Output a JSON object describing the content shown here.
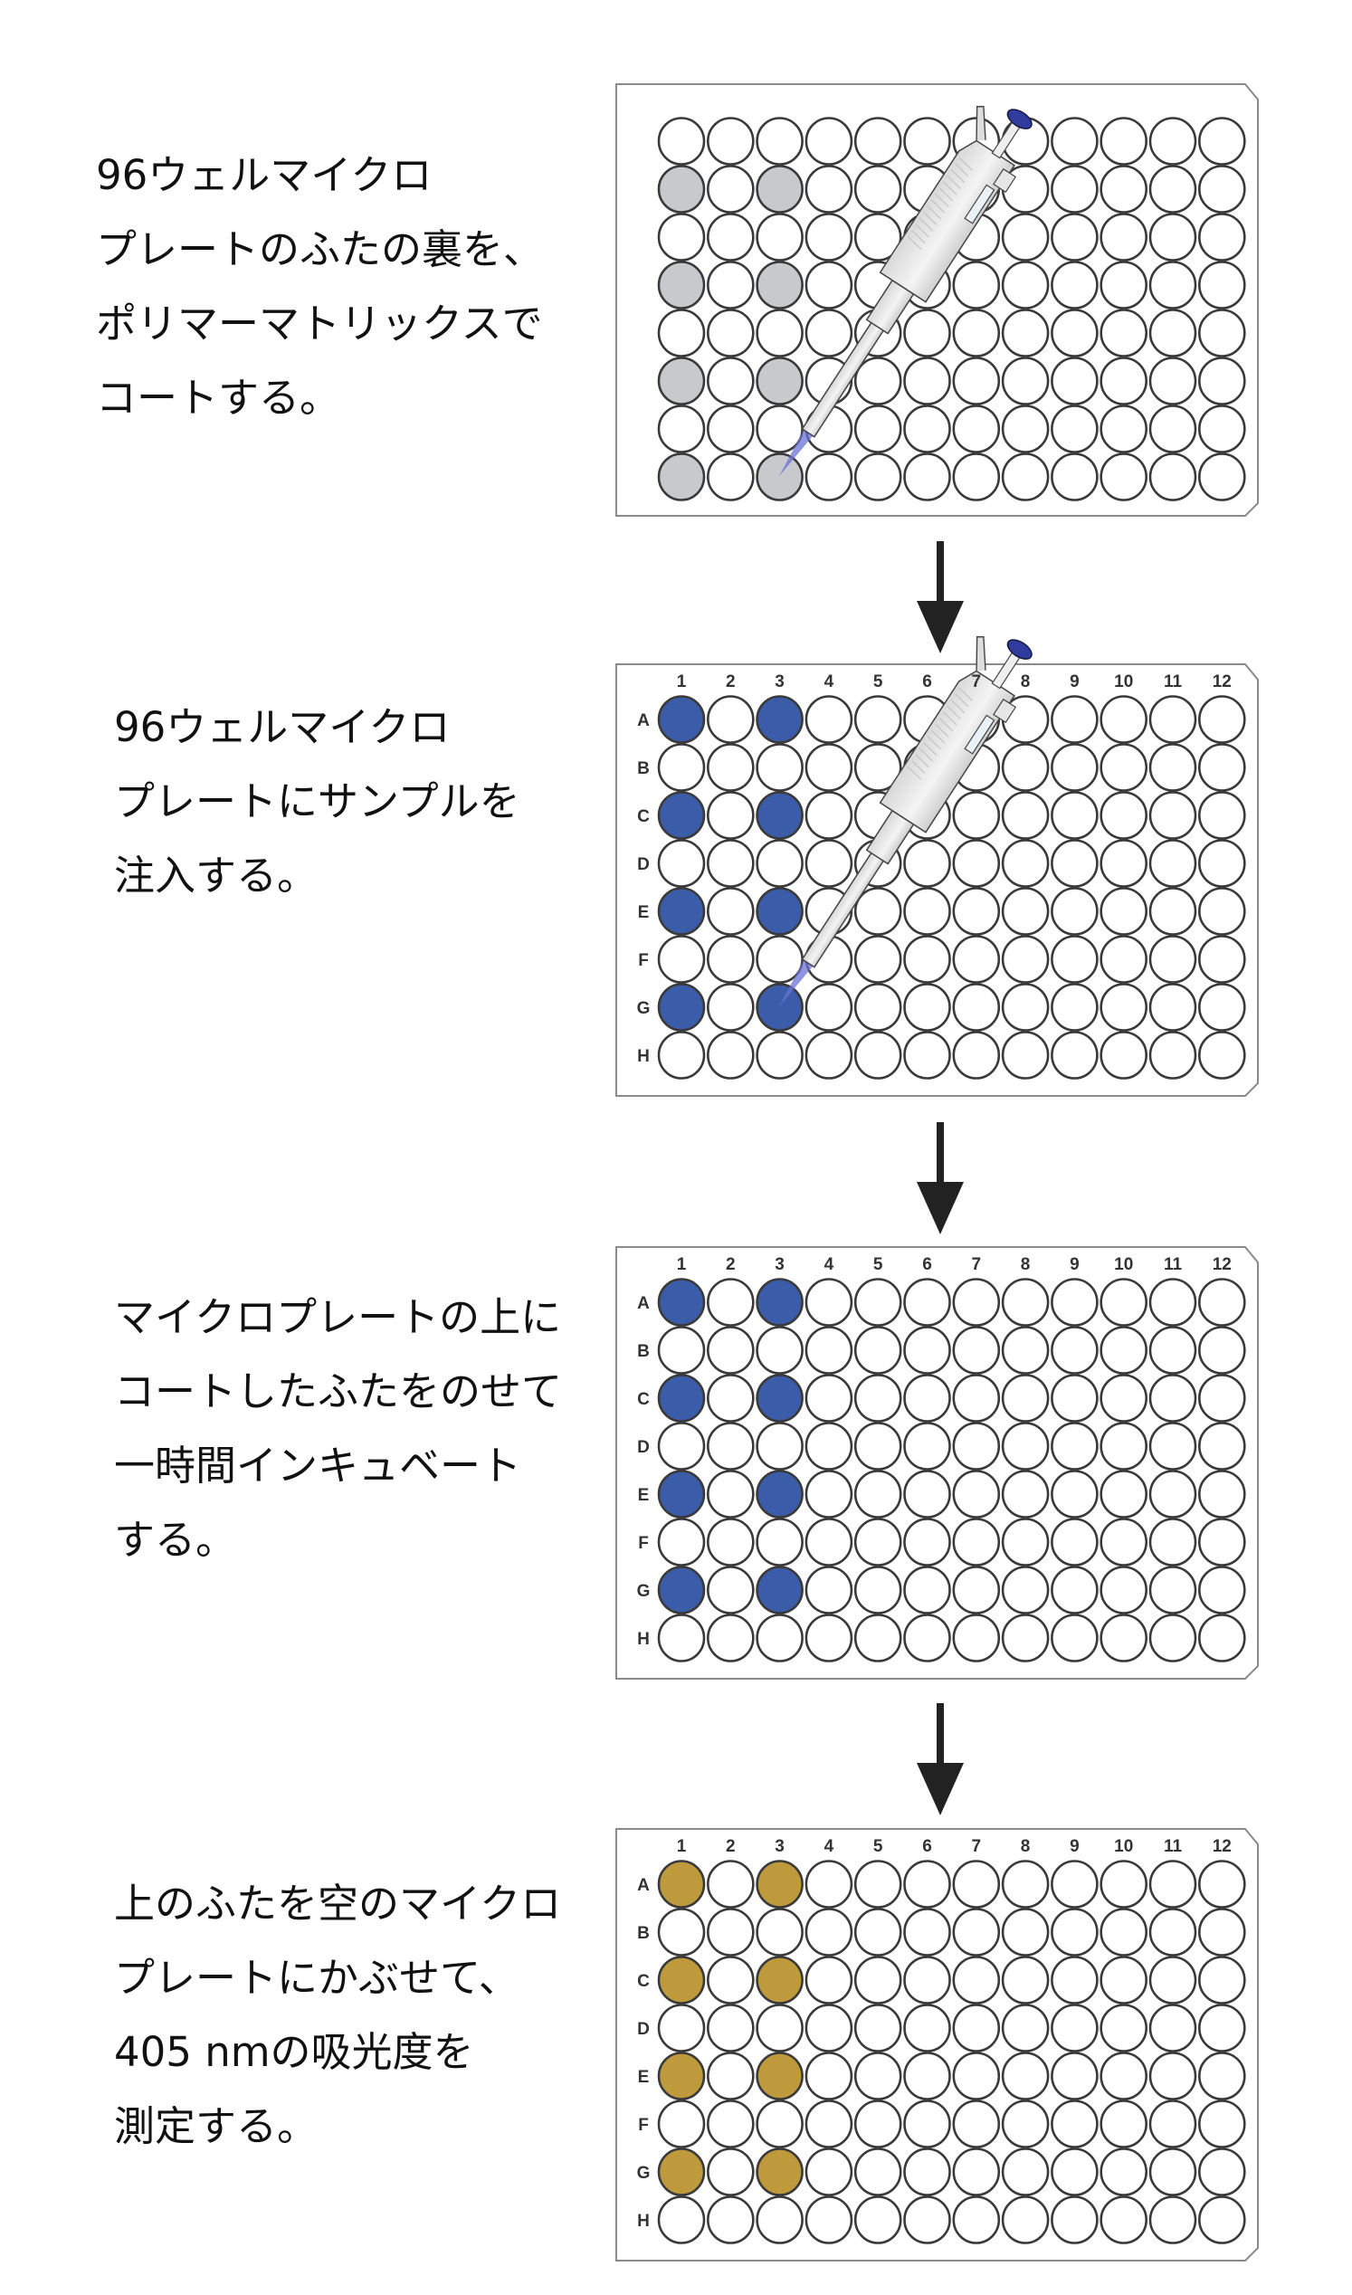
{
  "colors": {
    "coat": "#c8c9cc",
    "sample": "#3b5ca8",
    "result": "#bf9a3c",
    "well_stroke": "#3a3a3a",
    "plate_stroke": "#8a8a8a"
  },
  "column_labels": [
    "1",
    "2",
    "3",
    "4",
    "5",
    "6",
    "7",
    "8",
    "9",
    "10",
    "11",
    "12"
  ],
  "row_labels": [
    "A",
    "B",
    "C",
    "D",
    "E",
    "F",
    "G",
    "H"
  ],
  "steps": [
    {
      "lines": [
        "96ウェルマイクロ",
        "プレートのふたの裏を、",
        "ポリマーマトリックスで",
        "コートする。"
      ],
      "plate": {
        "show_labels": false,
        "fill": "coat",
        "filled_wells": [
          "B1",
          "B3",
          "D1",
          "D3",
          "F1",
          "F3",
          "H1",
          "H3"
        ],
        "pipette": true
      }
    },
    {
      "lines": [
        "96ウェルマイクロ",
        "プレートにサンプルを",
        "注入する。"
      ],
      "plate": {
        "show_labels": true,
        "fill": "sample",
        "filled_wells": [
          "A1",
          "A3",
          "C1",
          "C3",
          "E1",
          "E3",
          "G1",
          "G3"
        ],
        "pipette": true
      }
    },
    {
      "lines": [
        "マイクロプレートの上に",
        "コートしたふたをのせて",
        "一時間インキュベート",
        "する。"
      ],
      "plate": {
        "show_labels": true,
        "fill": "sample",
        "filled_wells": [
          "A1",
          "A3",
          "C1",
          "C3",
          "E1",
          "E3",
          "G1",
          "G3"
        ],
        "pipette": false
      }
    },
    {
      "lines": [
        "上のふたを空のマイクロ",
        "プレートにかぶせて、",
        "405 nmの吸光度を",
        "測定する。"
      ],
      "plate": {
        "show_labels": true,
        "fill": "result",
        "filled_wells": [
          "A1",
          "A3",
          "C1",
          "C3",
          "E1",
          "E3",
          "G1",
          "G3"
        ],
        "pipette": false
      }
    }
  ]
}
